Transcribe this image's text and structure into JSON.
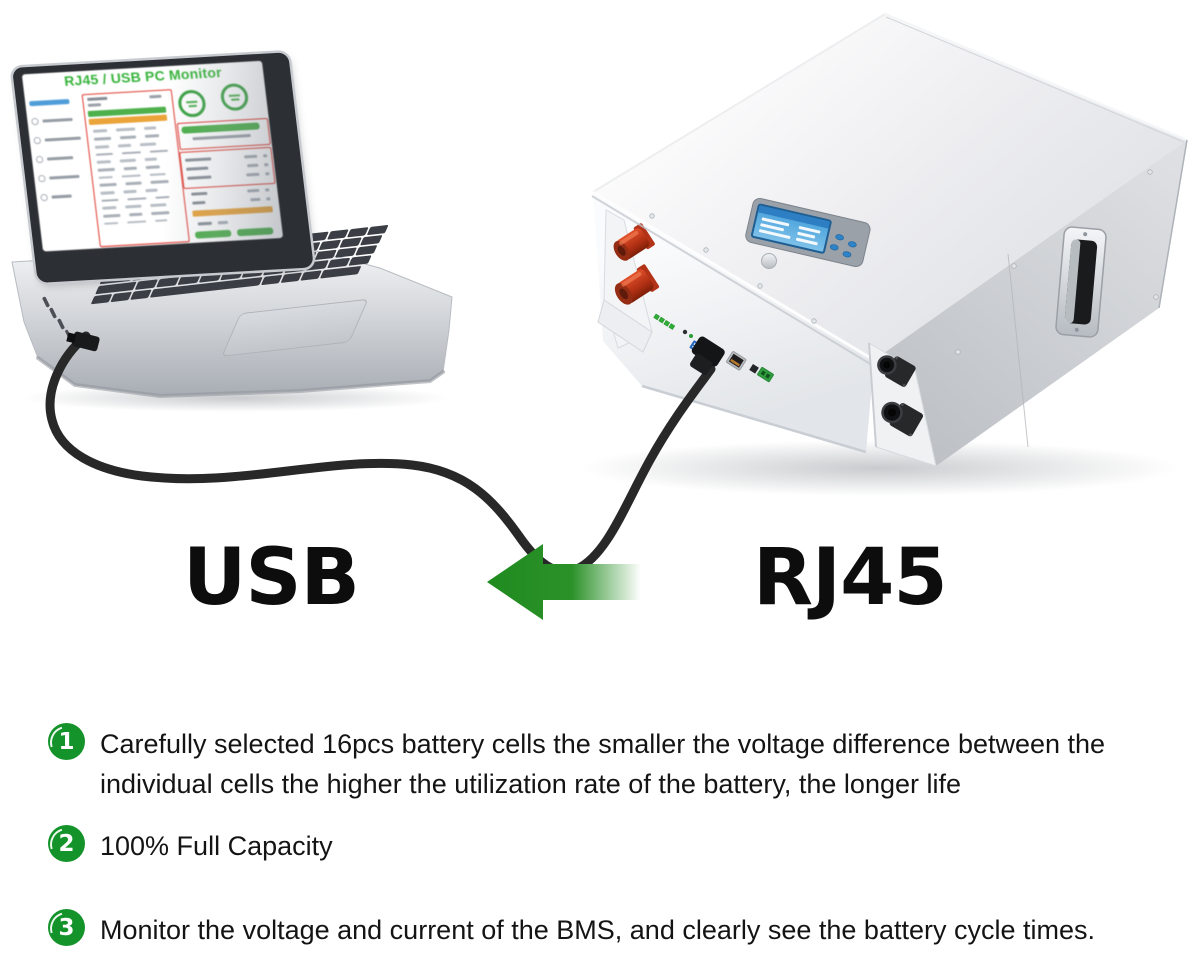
{
  "monitor": {
    "title": "RJ45 / USB PC Monitor"
  },
  "connection": {
    "left_label": "USB",
    "right_label": "RJ45",
    "arrow_icon": "arrow-left-icon",
    "arrow_color": "#1f8b1f"
  },
  "features": [
    {
      "num": "1",
      "text": "Carefully selected 16pcs battery cells the smaller the voltage difference between the individual cells the higher the utilization rate of the battery, the longer life"
    },
    {
      "num": "2",
      "text": "100% Full Capacity"
    },
    {
      "num": "3",
      "text": "Monitor the voltage and current of the BMS, and clearly see the battery cycle times."
    }
  ],
  "colors": {
    "feature_badge_green": "#15932b",
    "monitor_title_green": "#38b43c",
    "alert_red": "#df382e",
    "bar_green": "#4db04b",
    "bar_orange": "#eaa43a",
    "lcd_blue": "#459fd9"
  }
}
